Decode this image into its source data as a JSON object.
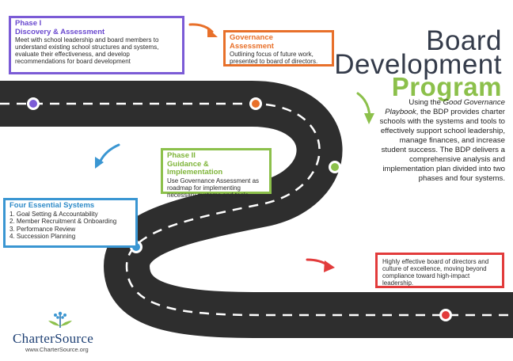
{
  "title": {
    "line1": "Board",
    "line2": "Development",
    "line3": "Program"
  },
  "description": {
    "before_em": "Using the ",
    "em": "Good Governance Playbook",
    "after_em": ", the BDP provides charter schools with the systems and tools to effectively support school leadership, manage finances, and increase student success. The BDP delivers a comprehensive analysis and implementation plan divided into two phases and four systems."
  },
  "phase1": {
    "line1": "Phase I",
    "line2": "Discovery & Assessment",
    "body": "Meet with school leadership and board members to understand existing school structures and systems, evaluate their effectiveness, and develop recommendations for board development"
  },
  "governance": {
    "line1": "Governance",
    "line2": "Assessment",
    "body": "Outlining focus of future work, presented to board of directors."
  },
  "phase2": {
    "line1": "Phase II",
    "line2": "Guidance & Implementation",
    "body": "Use Governance Assessment as roadmap for implementing necessary systems and tools."
  },
  "four_systems": {
    "title": "Four Essential Systems",
    "items": [
      "1. Goal Setting &  Accountability",
      "2. Member Recruitment & Onboarding",
      "3. Performance Review",
      "4. Succession Planning"
    ]
  },
  "outcome": {
    "body": "Highly effective board of directors and culture of excellence, moving beyond compliance toward high-impact leadership."
  },
  "logo": {
    "name": "CharterSource",
    "url": "www.CharterSource.org"
  },
  "colors": {
    "phase1": "#7b5bd6",
    "governance": "#e8702a",
    "phase2": "#8cc04b",
    "four_systems": "#3a96d2",
    "outcome": "#e23b3b",
    "road": "#2e2e2e",
    "title_dark": "#343b4a",
    "title_green": "#8cc04b"
  }
}
